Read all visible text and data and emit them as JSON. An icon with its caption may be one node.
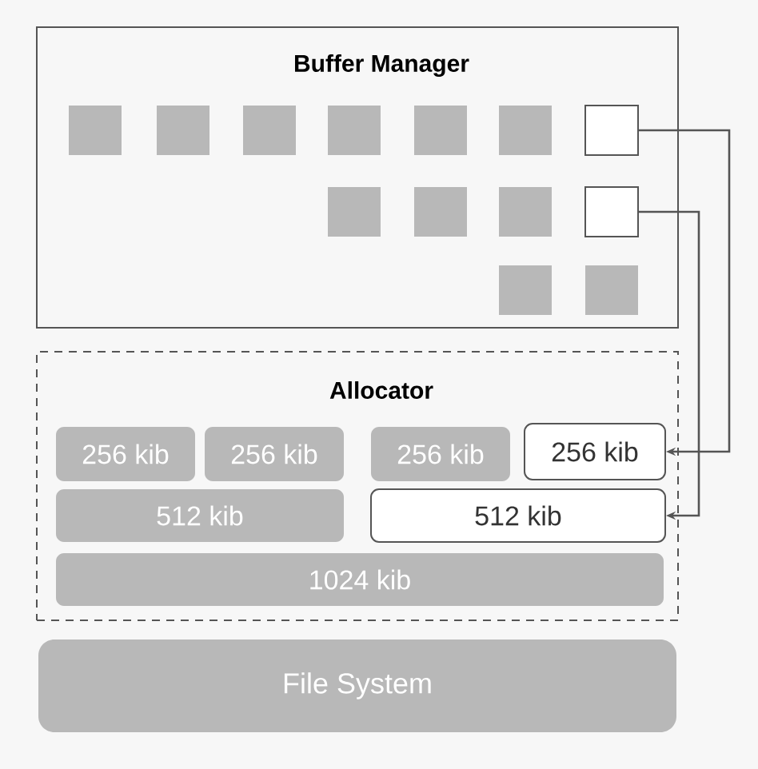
{
  "diagram": {
    "nodes": [
      {
        "text": [
          "Buffer Manager"
        ]
      },
      {
        "text": [],
        "shape": "box",
        "in": 0
      },
      {
        "text": [],
        "shape": "box",
        "in": 0
      },
      {
        "text": [],
        "shape": "box",
        "in": 0
      },
      {
        "text": [],
        "shape": "box",
        "in": 0
      },
      {
        "text": [],
        "shape": "box",
        "in": 0
      },
      {
        "text": [],
        "shape": "box",
        "in": 0
      },
      {
        "text": [],
        "shape": "box",
        "in": 0
      },
      {
        "text": [],
        "shape": "box",
        "in": 0
      },
      {
        "text": [],
        "shape": "box",
        "in": 0
      },
      {
        "text": [],
        "shape": "box",
        "in": 0
      },
      {
        "text": [],
        "shape": "box",
        "in": 0
      },
      {
        "text": [],
        "shape": "box",
        "in": 0
      },
      {
        "text": [],
        "shape": "box",
        "in": 0
      },
      {
        "text": [
          "Allocator"
        ]
      },
      {
        "text": [
          "256 kib"
        ],
        "in": 14
      },
      {
        "text": [
          "256 kib"
        ],
        "in": 14
      },
      {
        "text": [
          "256 kib"
        ],
        "in": 14
      },
      {
        "text": [
          "256 kib"
        ],
        "in": 14
      },
      {
        "text": [
          "512 kib"
        ],
        "in": 14
      },
      {
        "text": [
          "512 kib"
        ],
        "in": 14
      },
      {
        "text": [
          "1024 kib"
        ],
        "in": 14
      },
      {
        "text": [
          "File System"
        ]
      }
    ],
    "edges": [
      {
        "from": 7,
        "to": 18,
        "arrow": "to"
      },
      {
        "from": 11,
        "to": 20,
        "arrow": "to"
      }
    ]
  }
}
